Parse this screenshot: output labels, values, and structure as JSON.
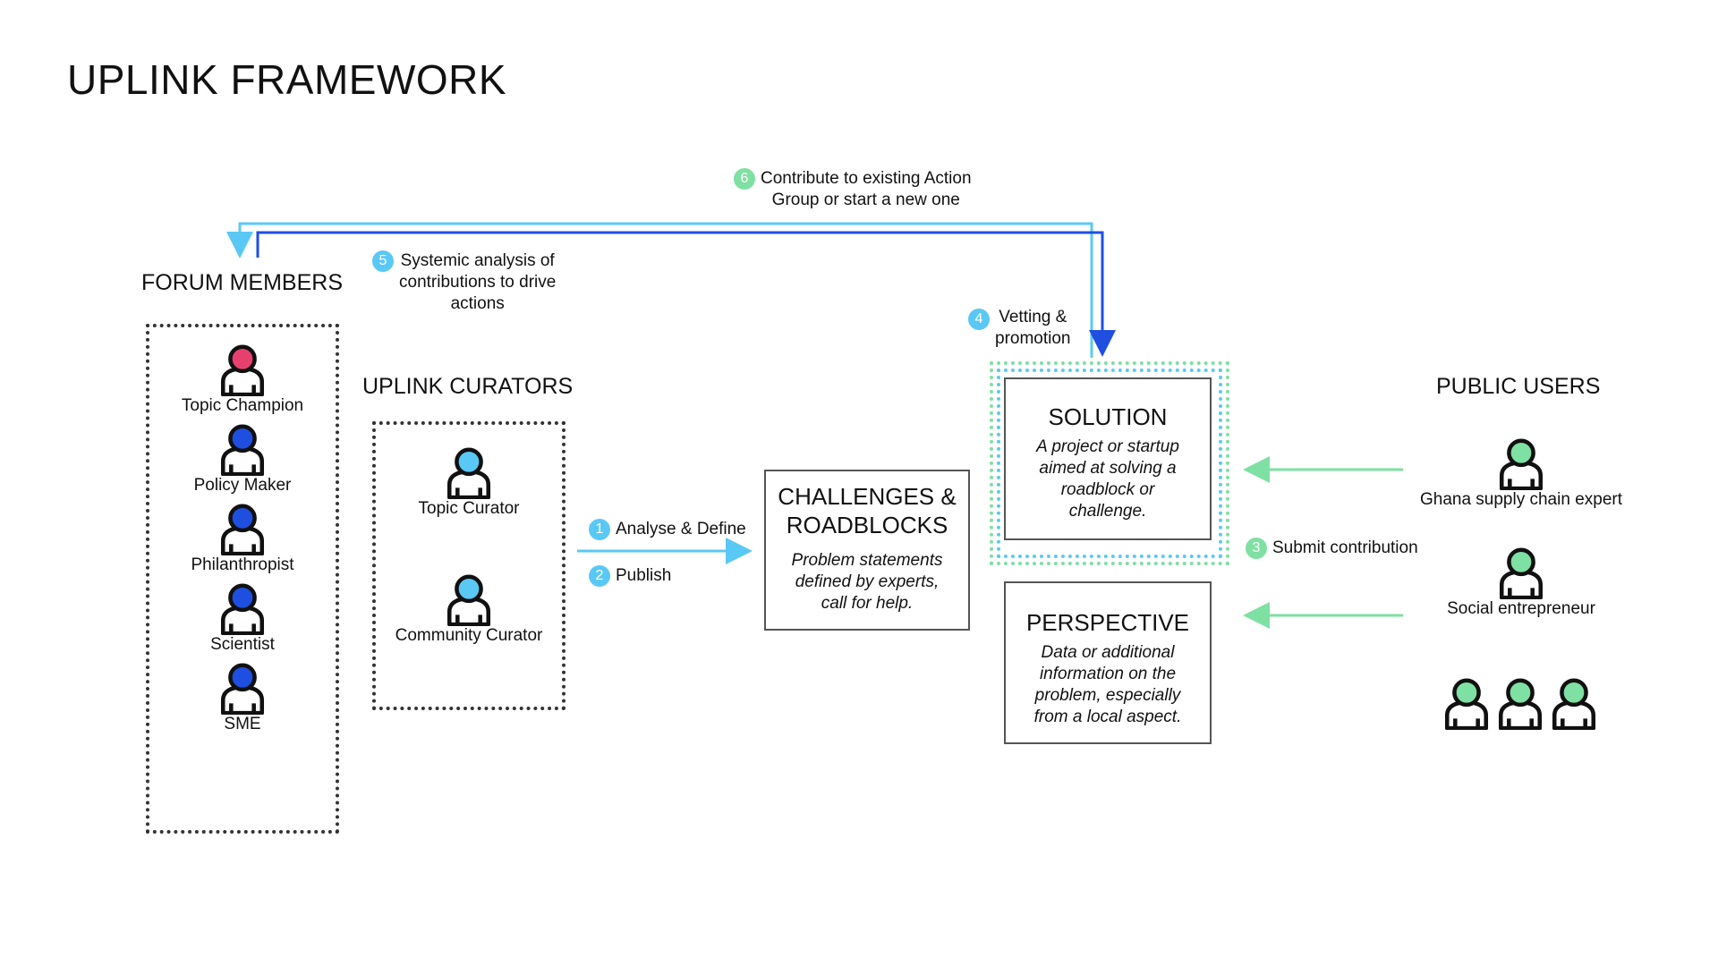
{
  "title": "UPLINK FRAMEWORK",
  "sections": {
    "forum_members": "FORUM MEMBERS",
    "uplink_curators": "UPLINK CURATORS",
    "public_users": "PUBLIC USERS"
  },
  "forum_members": [
    {
      "label": "Topic Champion",
      "color": "#e8406e"
    },
    {
      "label": "Policy Maker",
      "color": "#1f4fe0"
    },
    {
      "label": "Philanthropist",
      "color": "#1f4fe0"
    },
    {
      "label": "Scientist",
      "color": "#1f4fe0"
    },
    {
      "label": "SME",
      "color": "#1f4fe0"
    }
  ],
  "curators": [
    {
      "label": "Topic Curator",
      "color": "#5ac8f5"
    },
    {
      "label": "Community Curator",
      "color": "#5ac8f5"
    }
  ],
  "public_users": [
    {
      "label": "Ghana supply chain expert",
      "color": "#7ee0a2"
    },
    {
      "label": "Social entrepreneur",
      "color": "#7ee0a2"
    }
  ],
  "steps": {
    "s1": {
      "num": "1",
      "text": "Analyse & Define"
    },
    "s2": {
      "num": "2",
      "text": "Publish"
    },
    "s3": {
      "num": "3",
      "text": "Submit contribution"
    },
    "s4": {
      "num": "4",
      "line1": "Vetting &",
      "line2": "promotion"
    },
    "s5": {
      "num": "5",
      "line1": "Systemic analysis of",
      "line2": "contributions to drive",
      "line3": "actions"
    },
    "s6": {
      "num": "6",
      "line1": "Contribute to existing Action",
      "line2": "Group or start a new one"
    }
  },
  "boxes": {
    "challenges": {
      "title_line1": "CHALLENGES &",
      "title_line2": "ROADBLOCKS",
      "desc_line1": "Problem statements",
      "desc_line2": "defined by experts,",
      "desc_line3": "call for help."
    },
    "solution": {
      "title": "SOLUTION",
      "desc_line1": "A project or startup",
      "desc_line2": "aimed at solving a",
      "desc_line3": "roadblock or",
      "desc_line4": "challenge."
    },
    "perspective": {
      "title": "PERSPECTIVE",
      "desc_line1": "Data or additional",
      "desc_line2": "information on the",
      "desc_line3": "problem, especially",
      "desc_line4": "from a local aspect."
    }
  },
  "colors": {
    "light_blue": "#5ac8f5",
    "dark_blue": "#1f4fe0",
    "green": "#7ee0a2",
    "red": "#e8406e"
  }
}
